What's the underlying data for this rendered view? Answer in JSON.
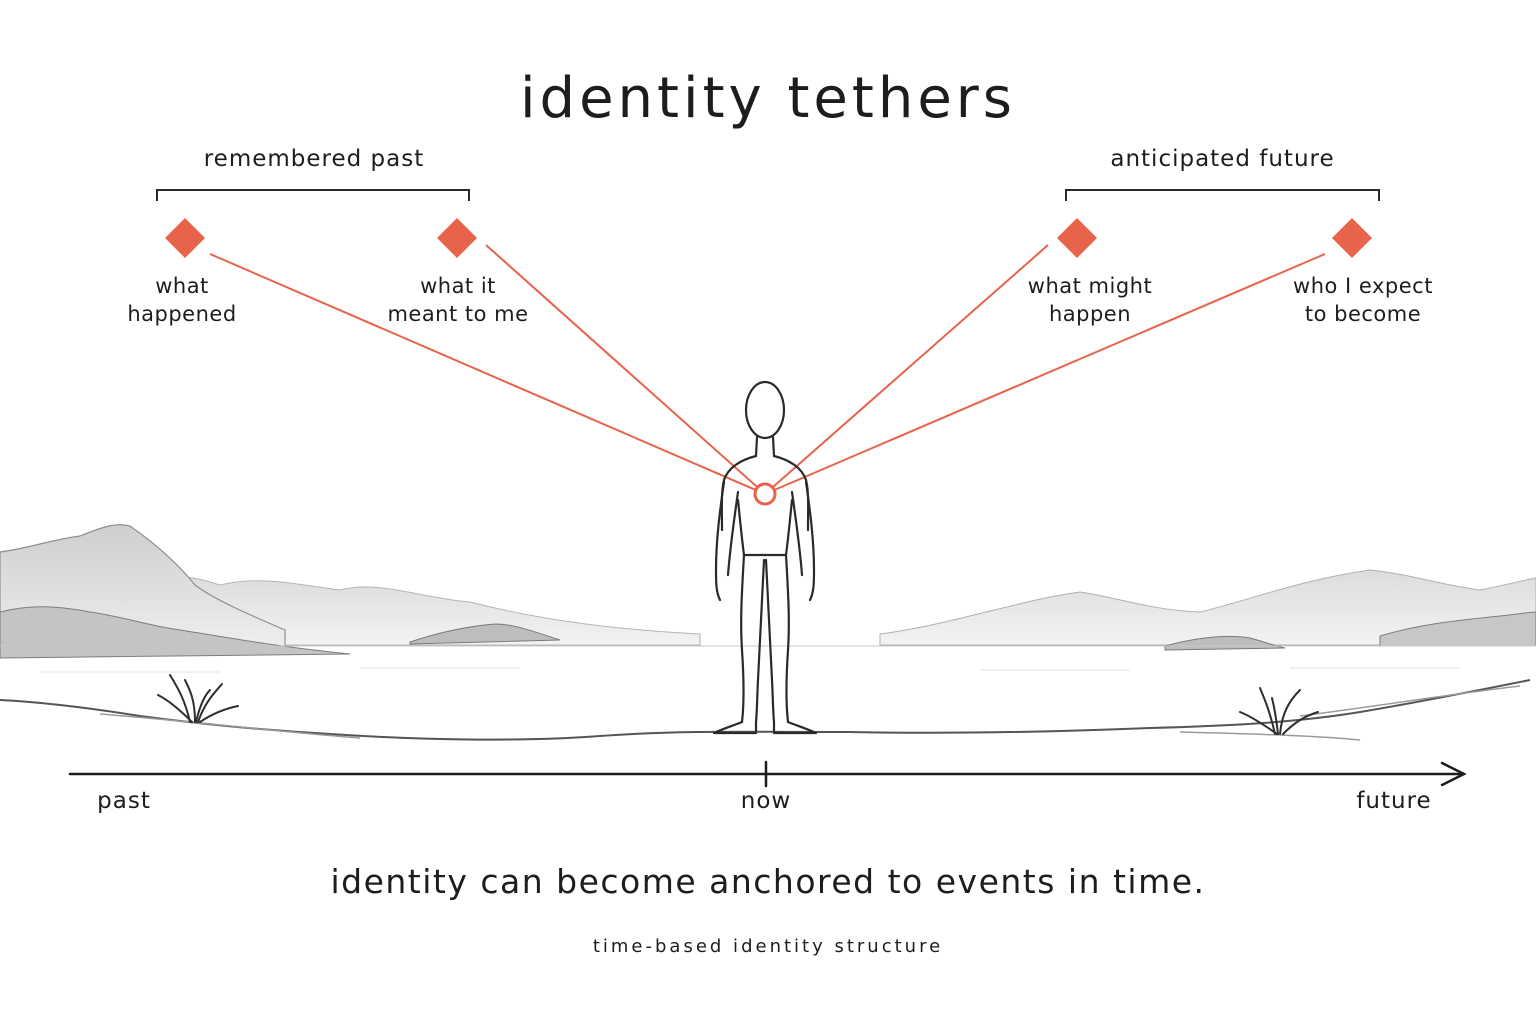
{
  "title": "identity tethers",
  "groups": [
    {
      "label": "remembered past"
    },
    {
      "label": "anticipated future"
    }
  ],
  "nodes": [
    {
      "label": "what\nhappened",
      "color": "#e8634a"
    },
    {
      "label": "what it\nmeant to me",
      "color": "#e8634a"
    },
    {
      "label": "what might\nhappen",
      "color": "#e8634a"
    },
    {
      "label": "who I expect\nto become",
      "color": "#e8634a"
    }
  ],
  "anchor": {
    "color": "#e8634a"
  },
  "timeline": {
    "start_label": "past",
    "middle_label": "now",
    "end_label": "future"
  },
  "caption": "identity can become anchored to events in time.",
  "subcaption": "time-based identity structure",
  "colors": {
    "accent": "#e8634a",
    "ink": "#1d1d1d",
    "sketch": "#8a8a8a"
  }
}
